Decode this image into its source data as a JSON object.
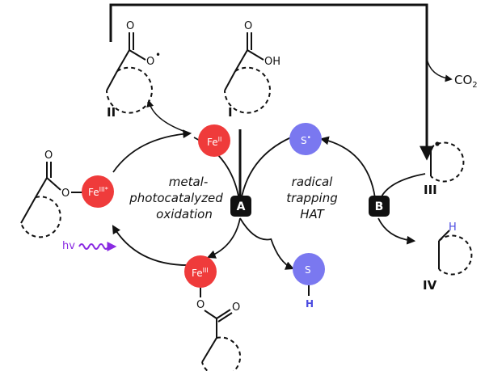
{
  "labels": {
    "compound_I": "I",
    "compound_II": "II",
    "compound_III": "III",
    "compound_IV": "IV",
    "co2": "CO",
    "co2_sub": "2",
    "hv": "hv",
    "step_A": "A",
    "step_B": "B"
  },
  "left_cycle": {
    "line1": "metal-",
    "line2": "photocatalyzed",
    "line3": "oxidation",
    "line3_color": "#ff3a3a"
  },
  "right_cycle": {
    "line1": "radical",
    "line2": "trapping",
    "line3": "HAT",
    "line3_color": "#7a78f0"
  },
  "nodes": {
    "fe_ii": "Fe",
    "fe_ii_sup": "II",
    "fe_iii_star": "Fe",
    "fe_iii_star_sup": "III*",
    "fe_iii": "Fe",
    "fe_iii_sup": "III",
    "s_radical": "S",
    "s_radical_sup": "•",
    "s_h": "S",
    "s_h_atom": "H"
  },
  "atoms": {
    "o_carbonyl": "O",
    "oh_label": "OH",
    "h_label": "H",
    "o_radical": "O",
    "o_radical_dot": "•",
    "ester_o": "O",
    "ester_link_o": "O",
    "r_dot": "•"
  },
  "colors": {
    "fe_red": "#ef3b3b",
    "s_blue": "#7a78f0",
    "h_blue": "#4b4be0",
    "hv_purple": "#8a2be2",
    "black": "#111111"
  }
}
